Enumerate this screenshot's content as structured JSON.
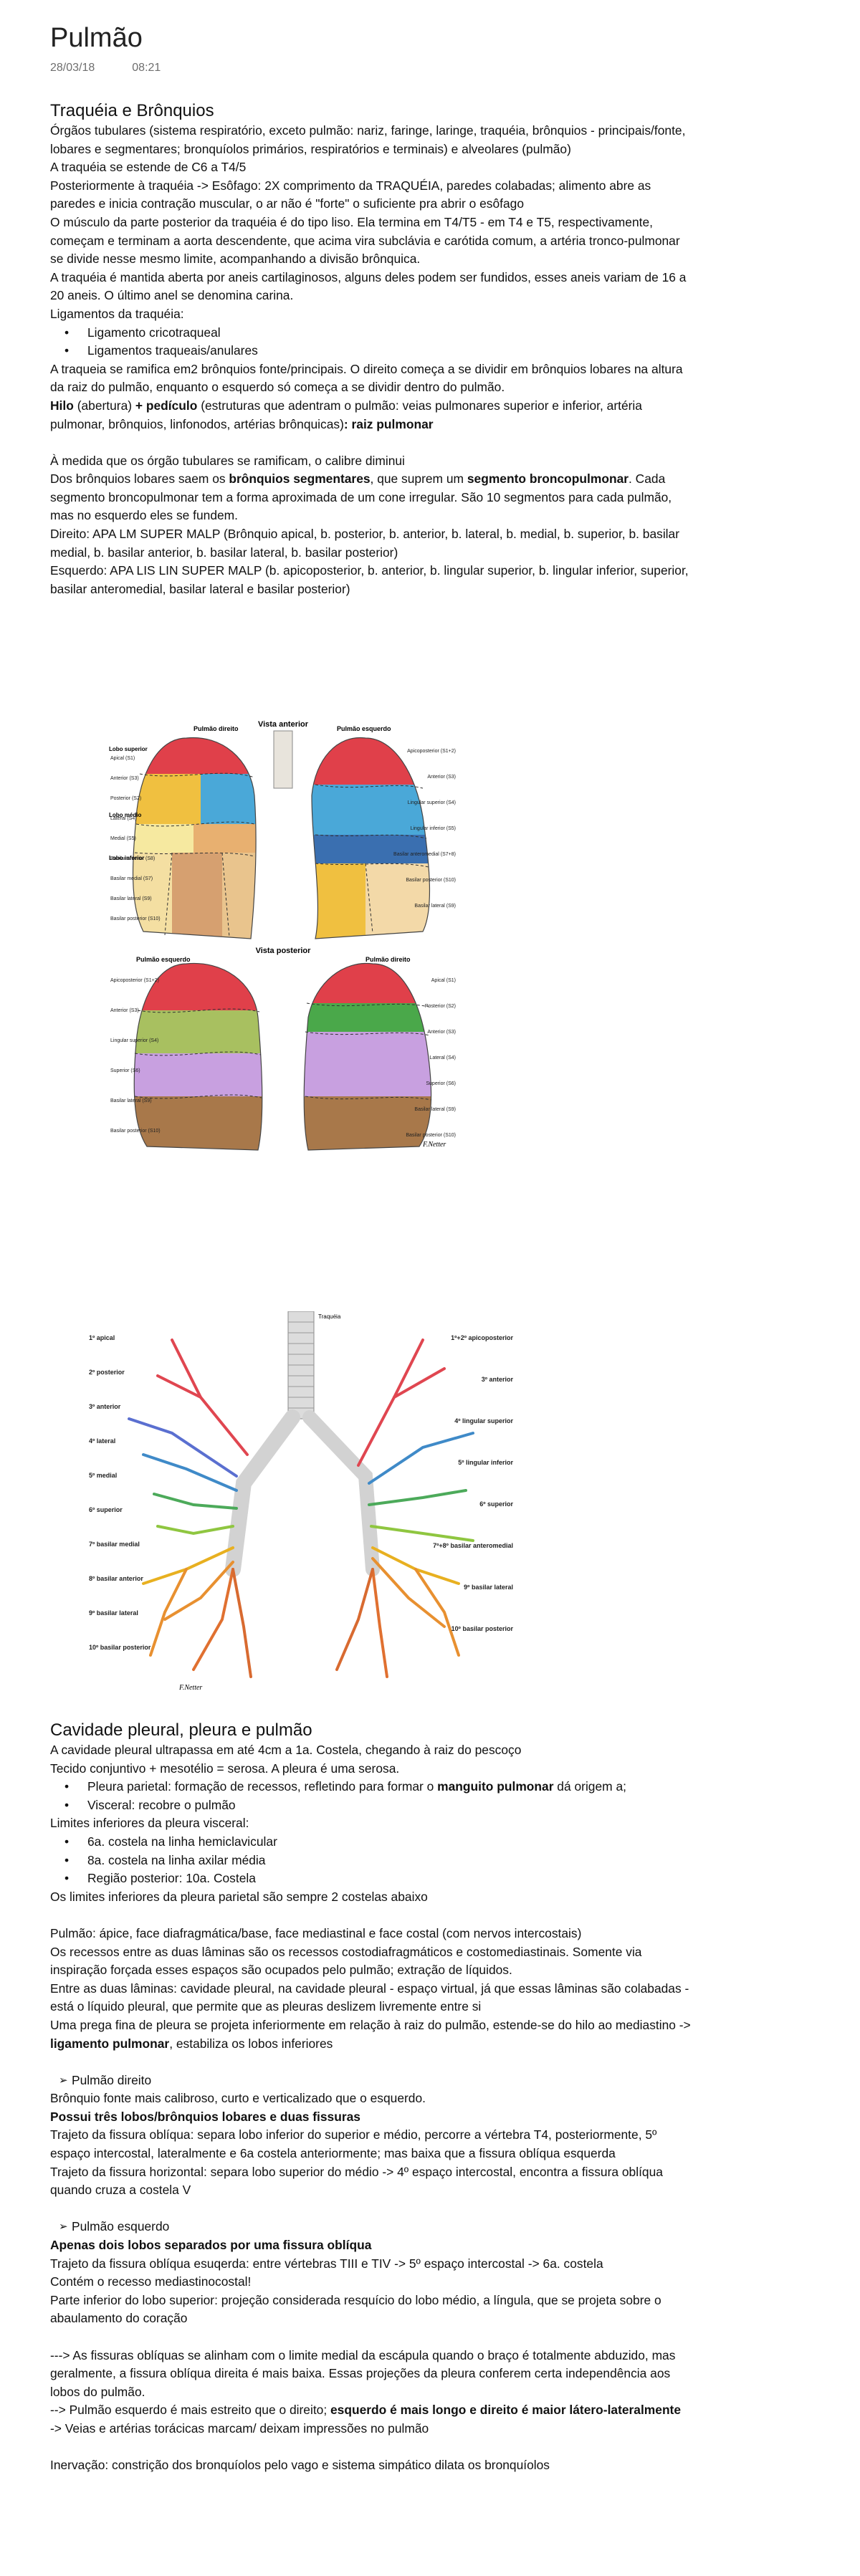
{
  "note": {
    "title": "Pulmão",
    "date": "28/03/18",
    "time": "08:21"
  },
  "section1": {
    "heading": "Traquéia e Brônquios",
    "p1": "Órgãos tubulares (sistema respiratório, exceto pulmão: nariz, faringe, laringe, traquéia, brônquios - principais/fonte, lobares e segmentares; bronquíolos primários, respiratórios e terminais) e alveolares (pulmão)",
    "p2": "A traquéia se estende de C6 a T4/5",
    "p3": "Posteriormente à traquéia -> Esôfago: 2X comprimento da TRAQUÉIA, paredes colabadas; alimento abre as paredes e inicia contração muscular, o ar não é \"forte\" o suficiente pra abrir o esôfago",
    "p4": "O músculo da parte posterior da traquéia é do tipo liso. Ela termina em T4/T5 - em T4 e T5, respectivamente, começam e terminam a aorta descendente, que acima vira subclávia e carótida comum, a artéria tronco-pulmonar se divide nesse mesmo limite, acompanhando a divisão brônquica.",
    "p5": "A traquéia é mantida aberta por aneis cartilaginosos, alguns deles podem ser fundidos, esses aneis variam de 16 a 20 aneis. O último anel se denomina carina.",
    "p6": "Ligamentos da traquéia:",
    "lig1": "Ligamento cricotraqueal",
    "lig2": "Ligamentos traqueais/anulares",
    "p7": "A traqueia se ramifica em2  brônquios fonte/principais. O direito começa a se dividir em brônquios lobares na altura da raiz do pulmão, enquanto o esquerdo só começa a se dividir dentro do pulmão.",
    "hilo_b1": "Hilo",
    "hilo_t1": " (abertura) ",
    "hilo_b2": "+ pedículo",
    "hilo_t2": " (estruturas que adentram o pulmão: veias pulmonares superior e inferior, artéria pulmonar, brônquios, linfonodos, artérias brônquicas)",
    "hilo_b3": ": raiz pulmonar",
    "p9": "À medida que os órgão tubulares se ramificam, o calibre diminui",
    "p10_t1": "Dos brônquios lobares saem os ",
    "p10_b1": "brônquios segmentares",
    "p10_t2": ", que suprem um ",
    "p10_b2": "segmento broncopulmonar",
    "p10_t3": ". Cada segmento broncopulmonar tem a forma aproximada de um cone irregular. São 10 segmentos para cada pulmão, mas no esquerdo eles se fundem.",
    "p11": "Direito: APA LM SUPER MALP (Brônquio apical, b. posterior, b. anterior, b. lateral, b. medial, b. superior, b. basilar medial, b. basilar anterior, b. basilar lateral, b. basilar posterior)",
    "p12": "Esquerdo: APA LIS LIN SUPER MALP (b. apicoposterior, b. anterior, b. lingular superior, b. lingular inferior, superior, basilar anteromedial, basilar lateral e basilar posterior)"
  },
  "figure1": {
    "view_anterior": "Vista anterior",
    "view_posterior": "Vista posterior",
    "right_lung": "Pulmão direito",
    "left_lung": "Pulmão esquerdo",
    "lobo_superior": "Lobo superior",
    "lobo_medio": "Lobo médio",
    "lobo_inferior": "Lobo inferior",
    "labels_left": [
      "Apical (S1)",
      "Anterior (S3)",
      "Posterior (S2)",
      "Lateral (S4)",
      "Medial (S5)",
      "Basilar anterior (S8)",
      "Basilar medial (S7)",
      "Basilar lateral (S9)",
      "Basilar posterior (S10)"
    ],
    "labels_right": [
      "Apicoposterior (S1+2)",
      "Anterior (S3)",
      "Lingular superior (S4)",
      "Lingular inferior (S5)",
      "Basilar anteromedial (S7+8)",
      "Basilar posterior (S10)",
      "Basilar lateral (S9)"
    ],
    "post_left": [
      "Apicoposterior (S1+2)",
      "Anterior (S3)",
      "Lingular superior (S4)",
      "Superior (S6)",
      "Basilar lateral (S9)",
      "Basilar posterior (S10)"
    ],
    "post_right": [
      "Apical (S1)",
      "Posterior (S2)",
      "Anterior (S3)",
      "Lateral (S4)",
      "Superior (S6)",
      "Basilar lateral (S9)",
      "Basilar posterior (S10)"
    ],
    "signature": "F.Netter"
  },
  "figure2": {
    "top_label": "Traquéia",
    "labels_left": [
      "1º apical",
      "2º posterior",
      "3º anterior",
      "4º lateral",
      "5º medial",
      "6º superior",
      "7º basilar medial",
      "8º basilar anterior",
      "9º basilar lateral",
      "10º basilar posterior"
    ],
    "labels_right": [
      "1º+2º apicoposterior",
      "3º anterior",
      "4º lingular superior",
      "5º lingular inferior",
      "6º superior",
      "7º+8º basilar anteromedial",
      "9º basilar lateral",
      "10º basilar posterior"
    ],
    "signature": "F.Netter"
  },
  "section2": {
    "heading": "Cavidade pleural, pleura e pulmão",
    "p1": "A cavidade pleural ultrapassa em até 4cm a 1a. Costela, chegando à raiz do pescoço",
    "p2": "Tecido conjuntivo + mesotélio = serosa. A pleura é uma serosa.",
    "b1_t1": "Pleura parietal: formação de recessos, refletindo para formar o ",
    "b1_b": "manguito pulmonar",
    "b1_t2": " dá origem a;",
    "b2": "Visceral: recobre o pulmão",
    "p3": "Limites inferiores da pleura visceral:",
    "lim1": "6a. costela na linha hemiclavicular",
    "lim2": "8a. costela na linha axilar média",
    "lim3": "Região posterior: 10a. Costela",
    "p4": "Os limites  inferiores  da pleura parietal são sempre 2 costelas abaixo",
    "p5": "Pulmão: ápice, face diafragmática/base, face mediastinal e face costal (com nervos intercostais)",
    "p6": "Os recessos entre as duas lâminas são os recessos costodiafragmáticos e costomediastinais. Somente via inspiração forçada esses espaços são ocupados pelo pulmão; extração de líquidos.",
    "p7": "Entre as duas lâminas: cavidade pleural, na cavidade pleural - espaço virtual, já que essas lâminas são colabadas - está o líquido pleural, que permite que as pleuras deslizem livremente entre si",
    "p8_t1": "Uma prega fina de pleura se projeta inferiormente em relação à raiz do pulmão, estende-se do hilo ao mediastino -> ",
    "p8_b": "ligamento pulmonar",
    "p8_t2": ", estabiliza os lobos inferiores",
    "rd_head": "Pulmão direito",
    "rd_p1": "Brônquio fonte mais calibroso, curto e verticalizado que o esquerdo.",
    "rd_p2": "Possui três lobos/brônquios lobares e duas fissuras",
    "rd_p3": "Trajeto da fissura oblíqua: separa lobo inferior do superior e médio, percorre a vértebra T4, posteriormente, 5º espaço intercostal, lateralmente e 6a costela anteriormente; mas baixa que a fissura oblíqua esquerda",
    "rd_p4": "Trajeto da fissura horizontal: separa lobo superior do médio -> 4º espaço intercostal, encontra a fissura oblíqua quando cruza a costela V",
    "le_head": "Pulmão esquerdo",
    "le_p1": "Apenas dois lobos separados por uma fissura oblíqua",
    "le_p2": "Trajeto da fissura oblíqua esuqerda: entre vértebras TIII e TIV -> 5º espaço intercostal -> 6a. costela",
    "le_p3": "Contém o recesso mediastinocostal!",
    "le_p4": "Parte inferior do lobo superior: projeção considerada resquício do lobo médio, a língula, que se projeta sobre o abaulamento do coração",
    "fi_p1": "---> As fissuras oblíquas se alinham com o limite medial da escápula quando o braço é totalmente abduzido, mas geralmente, a fissura oblíqua direita é mais baixa. Essas projeções da pleura conferem certa independência aos lobos do pulmão.",
    "fi_p2_t1": "--> Pulmão esquerdo é mais estreito que o direito; ",
    "fi_p2_b": "esquerdo é mais longo e direito é maior látero-lateralmente",
    "fi_p3": "-> Veias e artérias torácicas marcam/ deixam impressões no pulmão",
    "fi_p4": "Inervação: constrição dos bronquíolos pelo vago e sistema simpático dilata os bronquíolos"
  }
}
